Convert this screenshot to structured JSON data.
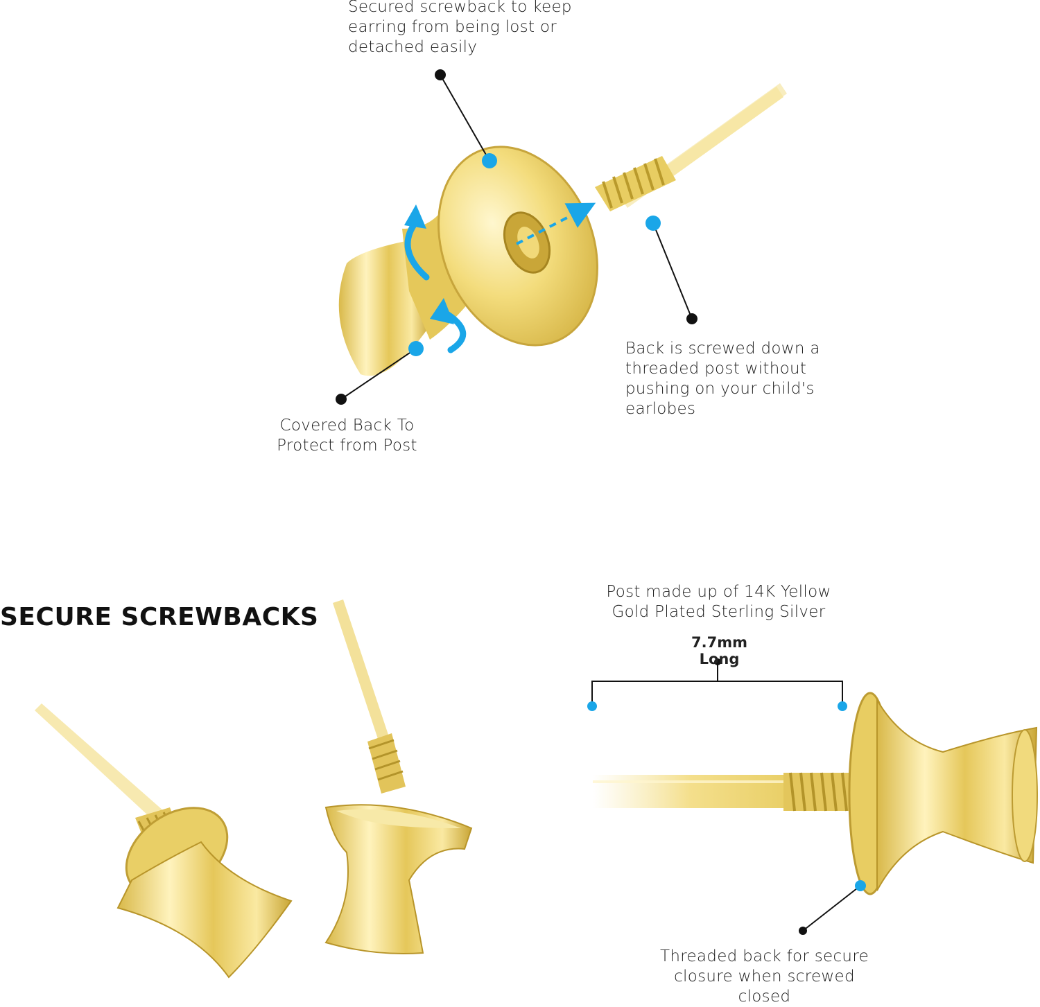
{
  "callouts": {
    "secured": "Secured screwback to keep\nearring from being lost or\ndetached easily",
    "threaded_post": "Back is screwed down a\nthreaded post without\npushing on your child's\nearlobes",
    "covered_back": "Covered Back To\nProtect from Post",
    "post_material": "Post made up of 14K Yellow\nGold Plated Sterling Silver",
    "length": "7.7mm Long",
    "threaded_back": "Threaded back for secure\nclosure when screwed\nclosed"
  },
  "heading": "SECURE SCREWBACKS",
  "colors": {
    "accent": "#1aa6e8",
    "gold_light": "#f8e9a6",
    "gold_mid": "#e6cb5a",
    "gold_dark": "#b89524",
    "marker": "#111111"
  }
}
